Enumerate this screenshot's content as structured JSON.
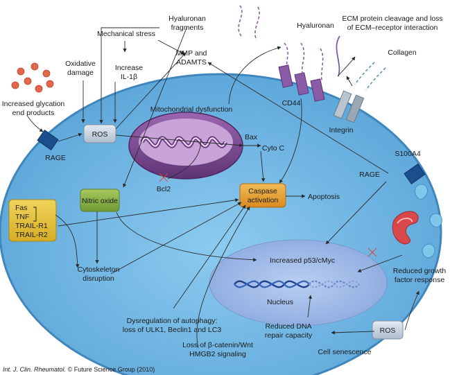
{
  "labels": {
    "hyaluronan_fragments": [
      "Hyaluronan",
      "fragments"
    ],
    "mechanical_stress": "Mechanical stress",
    "oxidative_damage": [
      "Oxidative",
      "damage"
    ],
    "increase_il1b": [
      "Increase",
      "IL-1β"
    ],
    "mmp_adamts": [
      "MMP and",
      "ADAMTS"
    ],
    "hyaluronan": "Hyaluronan",
    "ecm_cleavage": [
      "ECM protein cleavage and loss",
      "of ECM–receptor interaction"
    ],
    "collagen": "Collagen",
    "increased_glycation": [
      "Increased glycation",
      "end products"
    ],
    "rage_left": "RAGE",
    "ros_box": "ROS",
    "mito_dysfunction": "Mitochondrial dysfunction",
    "cd44": "CD44",
    "integrin": "Integrin",
    "bax": "Bax",
    "cyto_c": "Cyto C",
    "s100a4": "S100A4",
    "rage_right": "RAGE",
    "nitric_oxide": "Nitric oxide",
    "bcl2": "Bcl2",
    "caspase_box": [
      "Caspase",
      "activation"
    ],
    "apoptosis": "Apoptosis",
    "receptors_box": [
      "Fas",
      "TNF",
      "TRAIL-R1",
      "TRAIL-R2"
    ],
    "increased_p53": "Increased p53/cMyc",
    "reduced_growth": [
      "Reduced growth",
      "factor response"
    ],
    "cytoskeleton": [
      "Cytoskeleton",
      "disruption"
    ],
    "nucleus": "Nucleus",
    "dysregulation_autophagy": [
      "Dysregulation of autophagy:",
      "loss of ULK1, Beclin1 and LC3"
    ],
    "reduced_dna": [
      "Reduced DNA",
      "repair capacity"
    ],
    "ros_box_bottom": "ROS",
    "beta_catenin": [
      "Loss of β-catenin/Wnt",
      "HMGB2 signaling"
    ],
    "cell_senescence": "Cell senescence",
    "credit_journal": "Int. J. Clin. Rheumatol.",
    "credit_rest": "© Future Science Group (2010)"
  },
  "colors": {
    "cell_fill": "#6fb4e0",
    "cell_edge": "#4c93c9",
    "nucleus_fill": "#9bb8e6",
    "ros_box": "#c5d3e4",
    "nitric_oxide_box": "#8fb64a",
    "caspase_box": "#e6a23a",
    "receptor_box": "#e6c43a",
    "mito_outer": "#7b4b8f",
    "receptor_purple": "#8a5ba6",
    "rage_blue": "#1b4e8c",
    "glycation_dots": "#e3674a",
    "drop_blue": "#7fc6ea",
    "s100_red": "#d8484a"
  }
}
